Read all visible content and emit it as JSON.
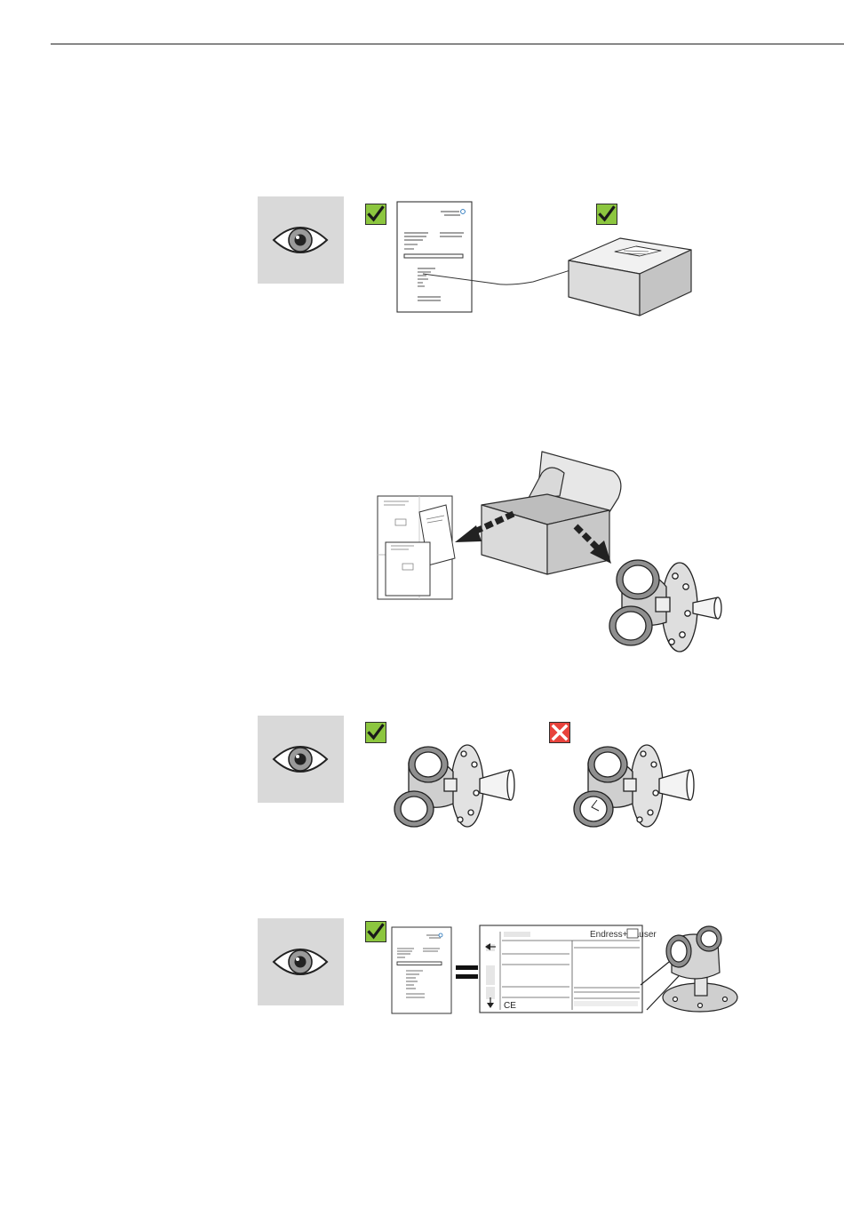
{
  "page": {
    "background": "#ffffff"
  },
  "colors": {
    "check_green": "#8cc63f",
    "cross_red": "#e8433c",
    "eye_panel": "#d9d9d9",
    "line": "#2d2d2d"
  },
  "icons": {
    "eye": "eye-icon",
    "check": "checkmark-icon",
    "cross": "cross-icon"
  },
  "steps": [
    {
      "name": "compare-delivery-note-with-label",
      "badges": [
        "check",
        "check"
      ],
      "has_eye_panel": true
    },
    {
      "name": "unpack-device-and-documents",
      "badges": [],
      "has_eye_panel": false
    },
    {
      "name": "inspect-device-for-damage",
      "badges": [
        "check",
        "cross"
      ],
      "has_eye_panel": true
    },
    {
      "name": "compare-order-with-nameplate",
      "badges": [
        "check"
      ],
      "has_eye_panel": true
    }
  ],
  "nameplate": {
    "brand": "Endress+Hauser"
  }
}
